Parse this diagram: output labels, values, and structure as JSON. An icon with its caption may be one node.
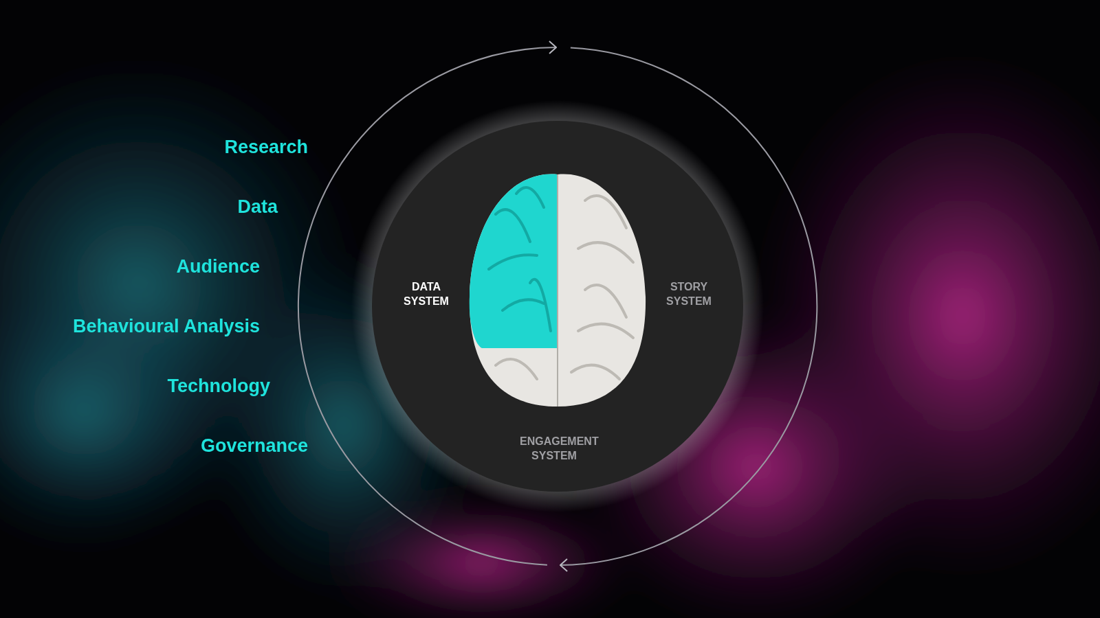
{
  "diagram": {
    "nodes": [
      {
        "text": [
          "DATA SYSTEM",
          "STORY SYSTEM",
          "ENGAGEMENT SYSTEM"
        ]
      }
    ],
    "labels": [
      "Research",
      "Data",
      "Audience",
      "Behavioural Analysis",
      "Technology",
      "Governance"
    ]
  }
}
